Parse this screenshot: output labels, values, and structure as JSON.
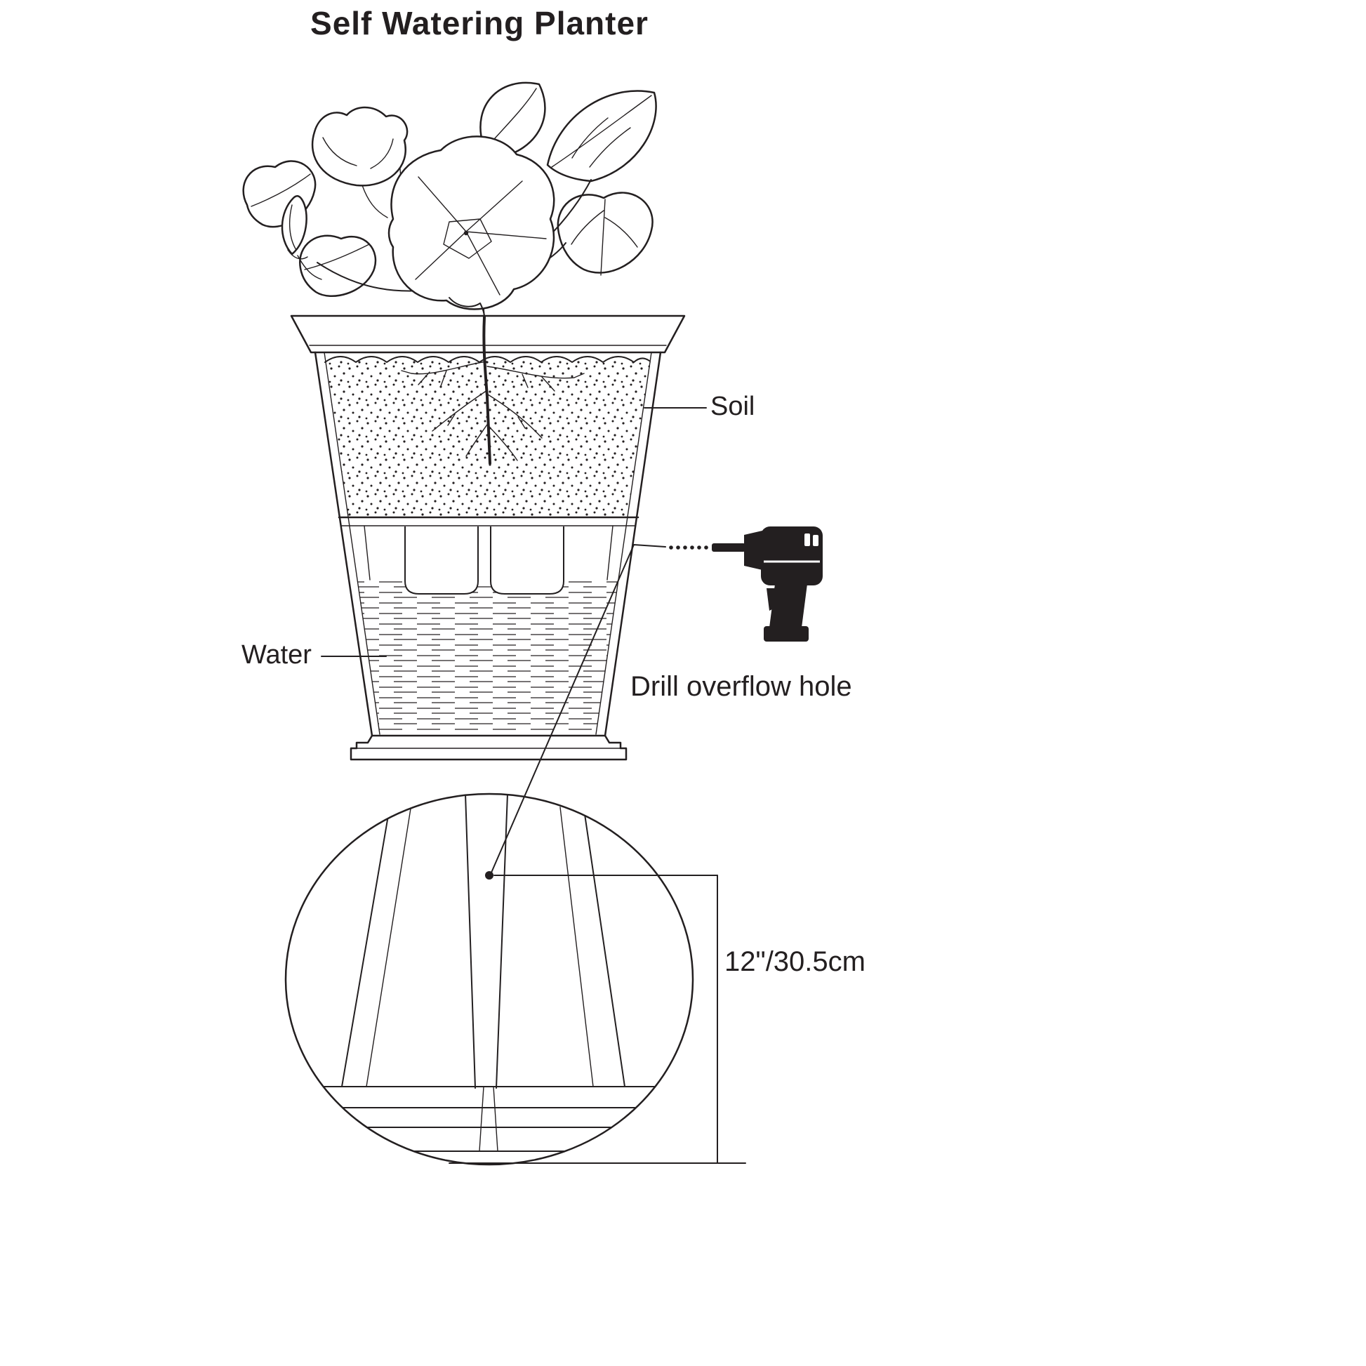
{
  "title": "Self Watering Planter",
  "labels": {
    "soil": "Soil",
    "water": "Water",
    "drill_instruction": "Drill overflow hole",
    "measurement": "12\"/30.5cm"
  },
  "colors": {
    "ink": "#231f20",
    "background": "#ffffff"
  },
  "icons": {
    "drill": "drill-icon",
    "flower": "flower-illustration"
  }
}
